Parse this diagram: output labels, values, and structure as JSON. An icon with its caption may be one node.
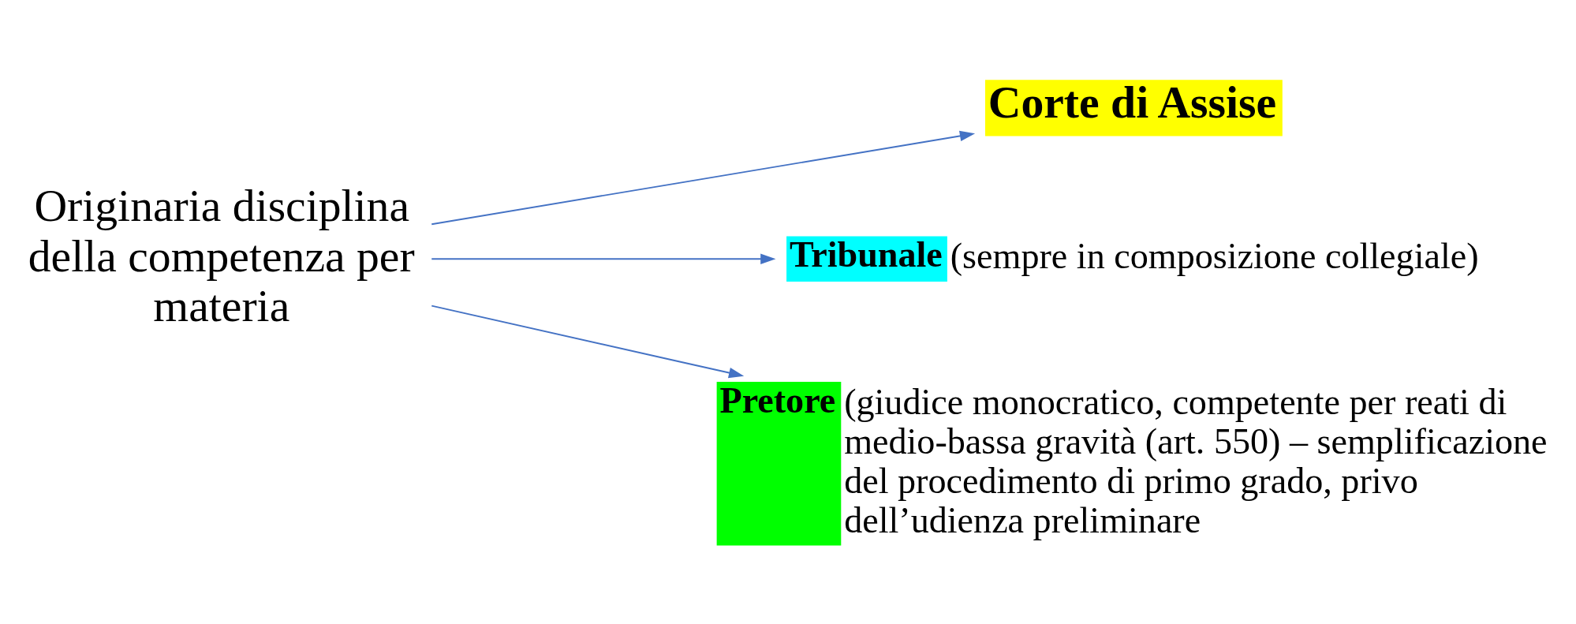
{
  "diagram": {
    "nodes": [
      {
        "text": [
          "Originaria disciplina della competenza per materia"
        ]
      },
      {
        "text": [
          "Corte di Assise"
        ]
      },
      {
        "text": [
          "Tribunale"
        ],
        "beside": [
          "(sempre in composizione collegiale)"
        ]
      },
      {
        "text": [
          "Pretore"
        ],
        "beside": [
          "(giudice monocratico, competente per reati di medio-bassa gravità (art. 550) – semplificazione del procedimento di primo grado, privo dell’udienza preliminare"
        ]
      }
    ],
    "edges": [
      {
        "from": 0,
        "to": 1,
        "arrow": "to"
      },
      {
        "from": 0,
        "to": 2,
        "arrow": "to"
      },
      {
        "from": 0,
        "to": 3,
        "arrow": "to"
      }
    ]
  }
}
